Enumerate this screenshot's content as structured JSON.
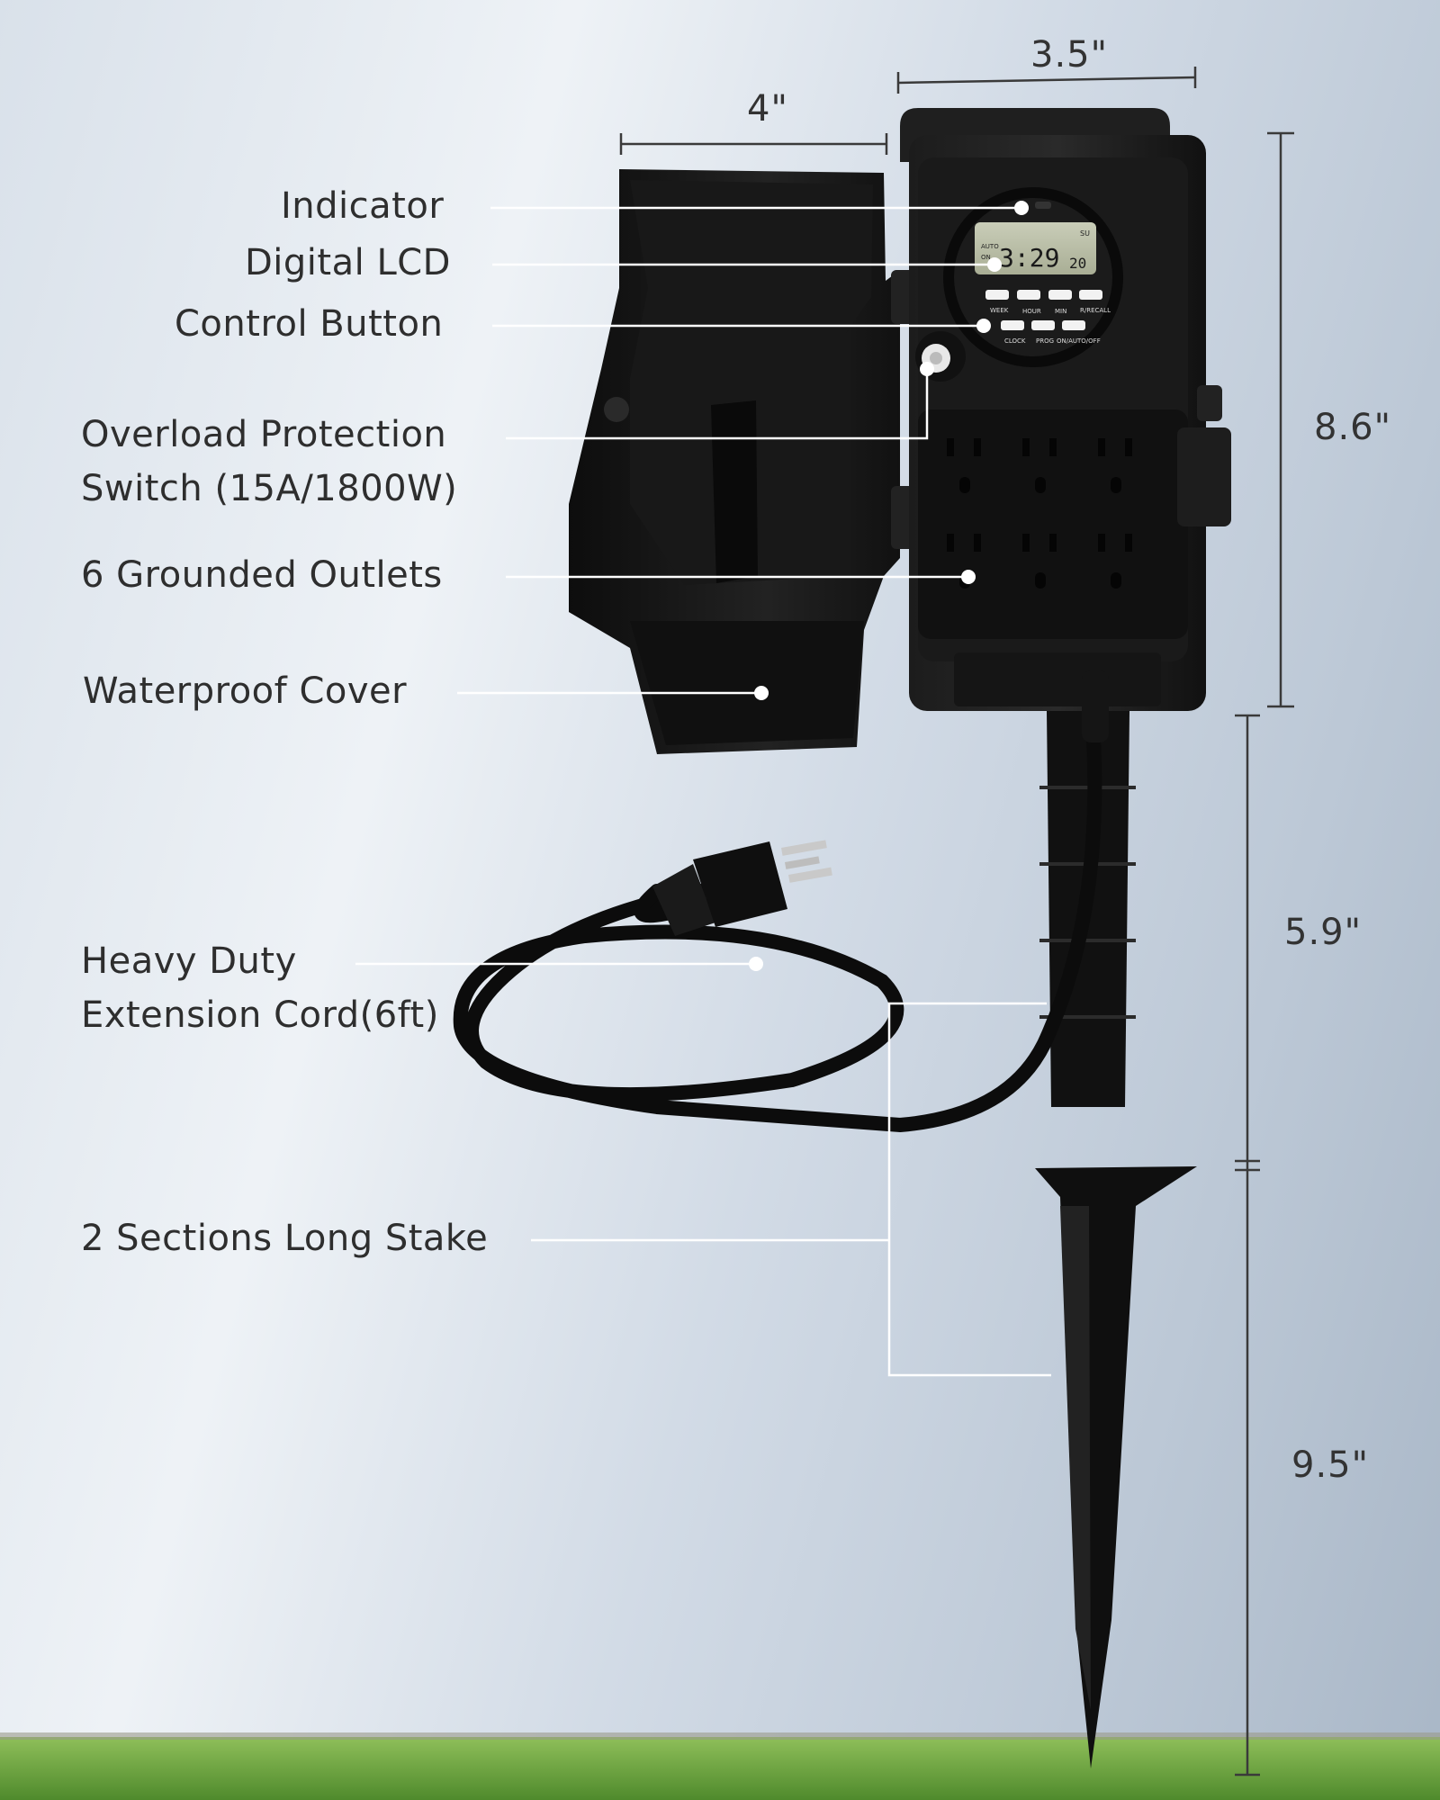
{
  "labels": {
    "indicator": "Indicator",
    "digital_lcd": "Digital LCD",
    "control_button": "Control Button",
    "overload_line1": "Overload Protection",
    "overload_line2": "Switch (15A/1800W)",
    "outlets": "6 Grounded Outlets",
    "cover": "Waterproof Cover",
    "cord_line1": "Heavy Duty",
    "cord_line2": "Extension Cord(6ft)",
    "stake": "2 Sections Long Stake"
  },
  "dimensions": {
    "box_width": "3.5\"",
    "cover_width": "4\"",
    "box_height": "8.6\"",
    "upper_stake": "5.9\"",
    "lower_stake": "9.5\""
  },
  "lcd": {
    "time": "3:29",
    "seconds": "20",
    "day": "SU",
    "mode_top": "AUTO",
    "mode_bottom": "ON"
  },
  "buttons": {
    "week": "WEEK",
    "hour": "HOUR",
    "min": "MIN",
    "recall": "R/RECALL",
    "clock": "CLOCK",
    "prog": "PROG",
    "onauto": "ON/AUTO/OFF"
  },
  "colors": {
    "product": "#141414",
    "grass": "#5b9a35",
    "leader_line": "#ffffff"
  }
}
